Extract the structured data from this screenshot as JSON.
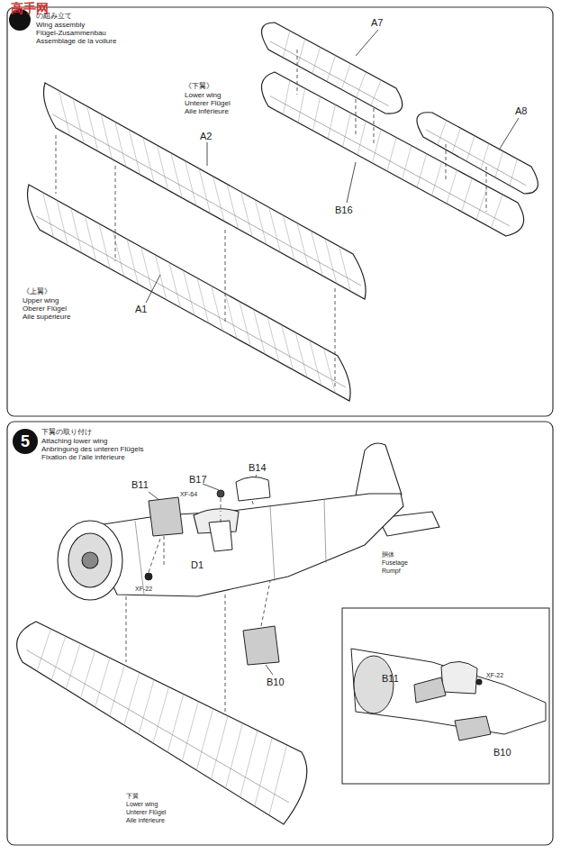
{
  "diagram": {
    "nodes": [
      {
        "text": [
          "5"
        ]
      }
    ],
    "labels": [
      "高手网",
      "の組み立て",
      "Wing assembly",
      "Flügel-Zusammenbau",
      "Assemblage de la voilure",
      "《下翼》",
      "Lower wing",
      "Unterer Flügel",
      "Aile inférieure",
      "A7",
      "A8",
      "B16",
      "A2",
      "A1",
      "《上翼》",
      "Upper wing",
      "Oberer Flügel",
      "Aile supérieure",
      "下翼の取り付け",
      "Attaching lower wing",
      "Anbringung des unteren Flügels",
      "Fixation de l'aile inférieure",
      "B17",
      "B14",
      "B11",
      "XF-64",
      "XF-22",
      "D1",
      "胴体",
      "Fuselage",
      "Rumpf",
      "B10",
      "下翼",
      "Lower wing",
      "Unterer Flügel",
      "Aile inférieure",
      "B11",
      "XF-22",
      "B10"
    ]
  }
}
